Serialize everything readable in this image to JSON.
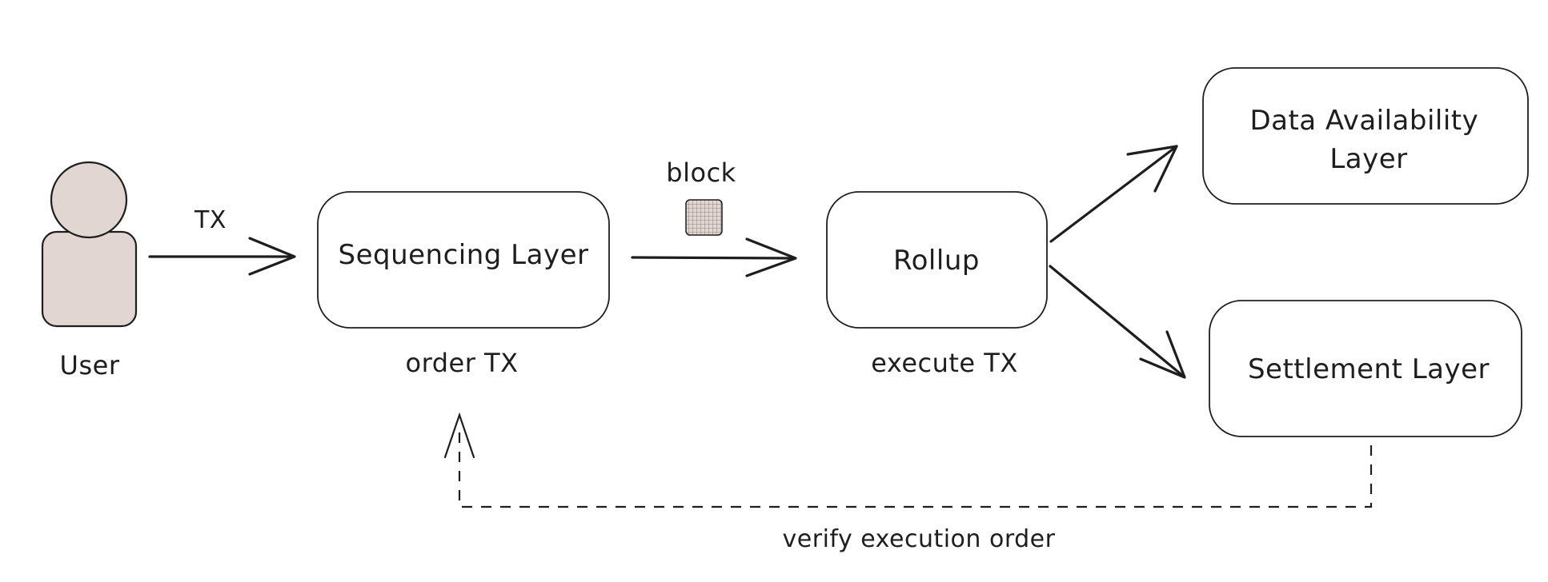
{
  "nodes": {
    "user": {
      "label": "User"
    },
    "sequencing": {
      "label": "Sequencing Layer",
      "caption": "order TX"
    },
    "rollup": {
      "label": "Rollup",
      "caption": "execute TX"
    },
    "data_availability": {
      "label_line1": "Data Availability",
      "label_line2": "Layer"
    },
    "settlement": {
      "label": "Settlement Layer"
    }
  },
  "edges": {
    "user_to_sequencing": {
      "label": "TX"
    },
    "sequencing_to_rollup": {
      "label": "block"
    },
    "settlement_to_sequencing": {
      "label": "verify execution order"
    }
  },
  "colors": {
    "stroke": "#1e1e1e",
    "user_fill": "#e1d6d1",
    "block_fill": "#e1d6d1"
  }
}
